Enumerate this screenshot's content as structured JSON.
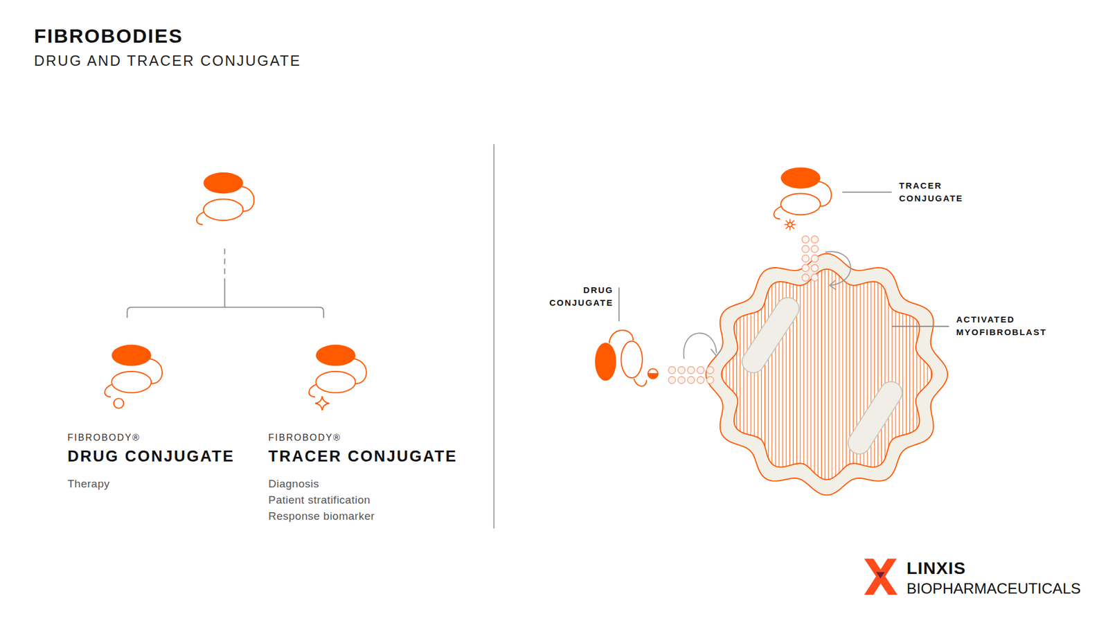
{
  "diagram": {
    "title": "FIBROBODIES",
    "labels": [
      "DRUG AND TRACER CONJUGATE",
      "FIBROBODY®",
      "DRUG CONJUGATE",
      "Therapy",
      "FIBROBODY®",
      "TRACER CONJUGATE",
      "Diagnosis",
      "Patient stratification",
      "Response biomarker",
      "TRACER CONJUGATE",
      "DRUG CONJUGATE",
      "ACTIVATED MYOFIBROBLAST",
      "LINXIS",
      "BIOPHARMACEUTICALS"
    ]
  }
}
